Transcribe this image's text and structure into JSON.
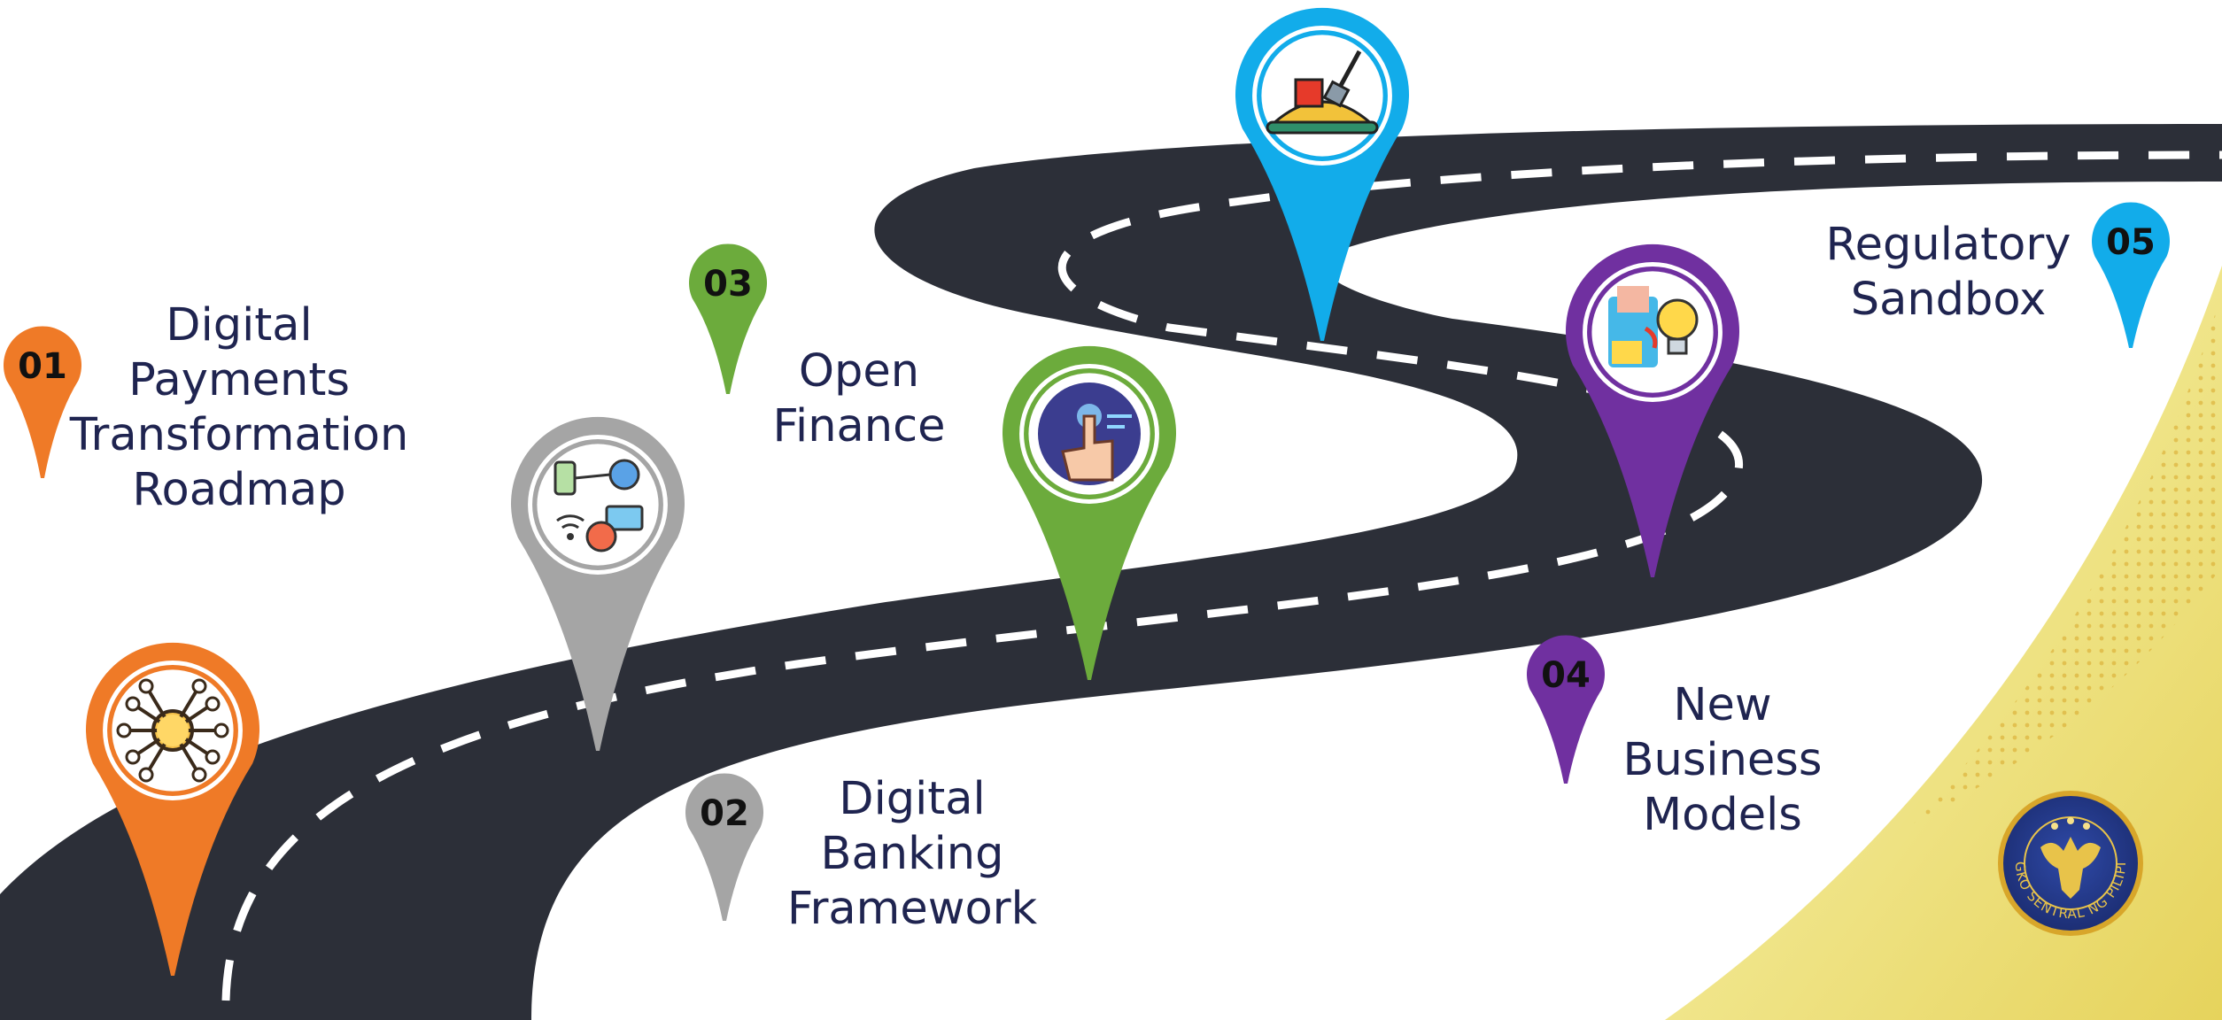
{
  "colors": {
    "road": "#2c2f38",
    "road_dash": "#ffffff",
    "text": "#1f2450",
    "number_text": "#111111",
    "accent_gold": "#e8d66a"
  },
  "milestones": [
    {
      "number": "01",
      "title_lines": [
        "Digital",
        "Payments",
        "Transformation",
        "Roadmap"
      ],
      "color": "#ef7a27",
      "icon": "circuit-chip-icon"
    },
    {
      "number": "02",
      "title_lines": [
        "Digital",
        "Banking",
        "Framework"
      ],
      "color": "#a5a5a5",
      "icon": "connected-devices-icon"
    },
    {
      "number": "03",
      "title_lines": [
        "Open",
        "Finance"
      ],
      "color": "#6cab3c",
      "icon": "touch-hand-icon"
    },
    {
      "number": "04",
      "title_lines": [
        "New",
        "Business",
        "Models"
      ],
      "color": "#7030a0",
      "icon": "lightbulb-idea-icon"
    },
    {
      "number": "05",
      "title_lines": [
        "Regulatory",
        "Sandbox"
      ],
      "color": "#12acea",
      "icon": "sandbox-bucket-icon"
    }
  ],
  "seal": {
    "text": "BANGKO SENTRAL NG PILIPINAS",
    "icon": "bsp-eagle-seal-icon"
  }
}
